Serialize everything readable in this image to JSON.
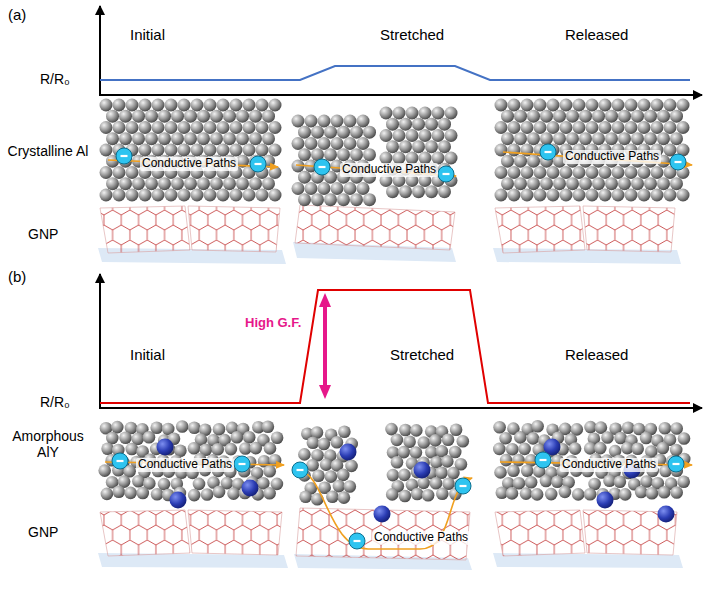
{
  "diagram": {
    "labels": [
      "(a)",
      "Initial",
      "Stretched",
      "Released",
      "R/R₀",
      "Crystalline Al",
      "Conductive Paths",
      "Conductive Paths",
      "Conductive Paths",
      "GNP",
      "(b)",
      "High G.F.",
      "Initial",
      "Stretched",
      "Released",
      "R/R₀",
      "Amorphous AlY",
      "Conductive Paths",
      "Conductive Paths",
      "Conductive Paths",
      "GNP"
    ]
  }
}
